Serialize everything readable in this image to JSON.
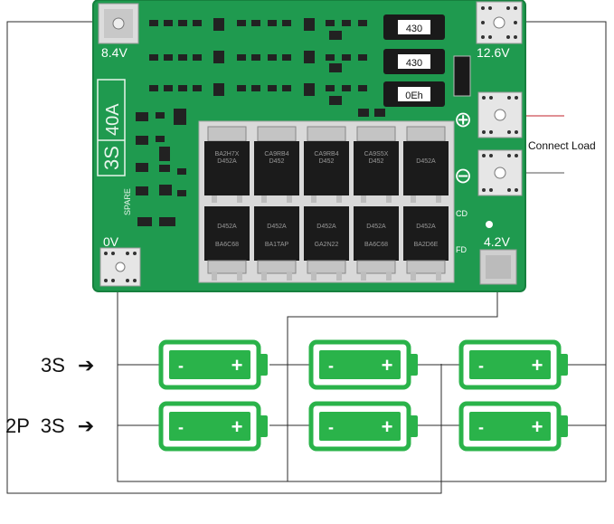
{
  "board": {
    "title": "3S",
    "rating": "40A",
    "pad_8v4": "8.4V",
    "pad_12v6": "12.6V",
    "pad_0v": "0V",
    "pad_4v2": "4.2V",
    "cd": "CD",
    "fd": "FD",
    "spare": "SPARE",
    "resistors": [
      "430",
      "430",
      "0Eh"
    ],
    "mosfet_top": [
      "BA2H7X",
      "CA9RB4",
      "CA9RB4",
      "CA9S5X",
      ""
    ],
    "mosfet_top_sub": [
      "D452A",
      "D452",
      "D452",
      "D452",
      "D452A"
    ],
    "mosfet_bottom": [
      "BA6C68",
      "BA1TAP",
      "GA2N22",
      "BA6C68",
      "BA2D6E"
    ],
    "mosfet_bottom_sub": [
      "D452A",
      "D452A",
      "D452A",
      "D452A",
      "D452A"
    ],
    "plus_symbol": "⊕",
    "minus_symbol": "⊖"
  },
  "connect_load": "Connect Load",
  "rows": [
    {
      "label": "3S",
      "arrow": "➔"
    },
    {
      "label": "2P  3S",
      "arrow": "➔"
    }
  ],
  "battery": {
    "minus": "-",
    "plus": "+"
  },
  "colors": {
    "pcb": "#1f9a4f",
    "pcb_dark": "#16803e",
    "battery": "#2ab34a",
    "wire": "#2b2b2b",
    "load_wire": "#c0202a"
  }
}
